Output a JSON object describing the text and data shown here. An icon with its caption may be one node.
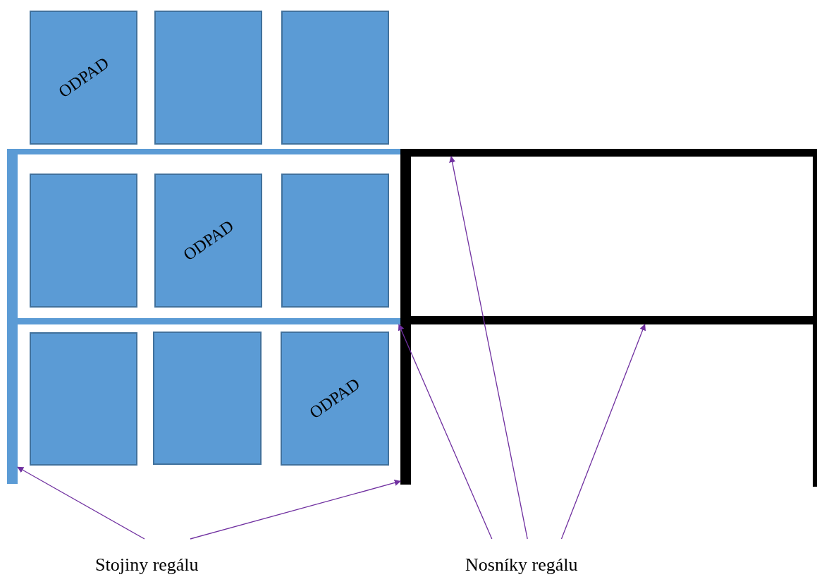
{
  "diagram": {
    "nodes": [
      {
        "text": [
          "ODPAD"
        ]
      },
      {
        "text": [],
        "shape": "box"
      },
      {
        "text": [],
        "shape": "box"
      },
      {
        "text": [],
        "shape": "box"
      },
      {
        "text": [
          "ODPAD"
        ]
      },
      {
        "text": [],
        "shape": "box"
      },
      {
        "text": [],
        "shape": "box"
      },
      {
        "text": [],
        "shape": "box"
      },
      {
        "text": [
          "ODPAD"
        ]
      },
      {
        "text": [],
        "shape": "bar"
      },
      {
        "text": [],
        "shape": "bar"
      },
      {
        "text": [],
        "shape": "bar"
      },
      {
        "text": [],
        "shape": "bar"
      },
      {
        "text": [],
        "shape": "bar"
      },
      {
        "text": [
          "Stojiny regálu"
        ]
      },
      {
        "text": [
          "Nosníky regálu"
        ]
      }
    ],
    "edges": [
      {
        "from": 14,
        "to": 9,
        "arrow": "to"
      },
      {
        "from": 14,
        "to": 10,
        "arrow": "to"
      },
      {
        "from": 15,
        "to": 11,
        "arrow": "to"
      },
      {
        "from": 15,
        "to": 12,
        "arrow": "to"
      },
      {
        "from": 15,
        "to": 13,
        "arrow": "to"
      }
    ]
  }
}
